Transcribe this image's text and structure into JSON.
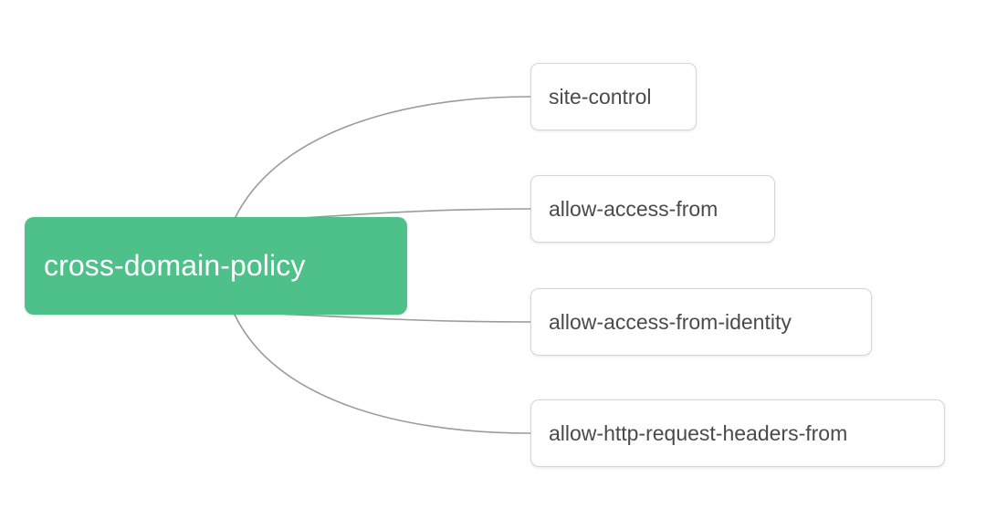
{
  "diagram": {
    "type": "mind-map",
    "background_color": "#ffffff",
    "edge_color": "#9b9b9b",
    "root": {
      "label": "cross-domain-policy",
      "fill_color": "#4ec08a",
      "text_color": "#ffffff"
    },
    "children": [
      {
        "label": "site-control",
        "fill_color": "#ffffff",
        "border_color": "#d5d5d5",
        "text_color": "#4a4a4a"
      },
      {
        "label": "allow-access-from",
        "fill_color": "#ffffff",
        "border_color": "#d5d5d5",
        "text_color": "#4a4a4a"
      },
      {
        "label": "allow-access-from-identity",
        "fill_color": "#ffffff",
        "border_color": "#d5d5d5",
        "text_color": "#4a4a4a"
      },
      {
        "label": "allow-http-request-headers-from",
        "fill_color": "#ffffff",
        "border_color": "#d5d5d5",
        "text_color": "#4a4a4a"
      }
    ]
  }
}
